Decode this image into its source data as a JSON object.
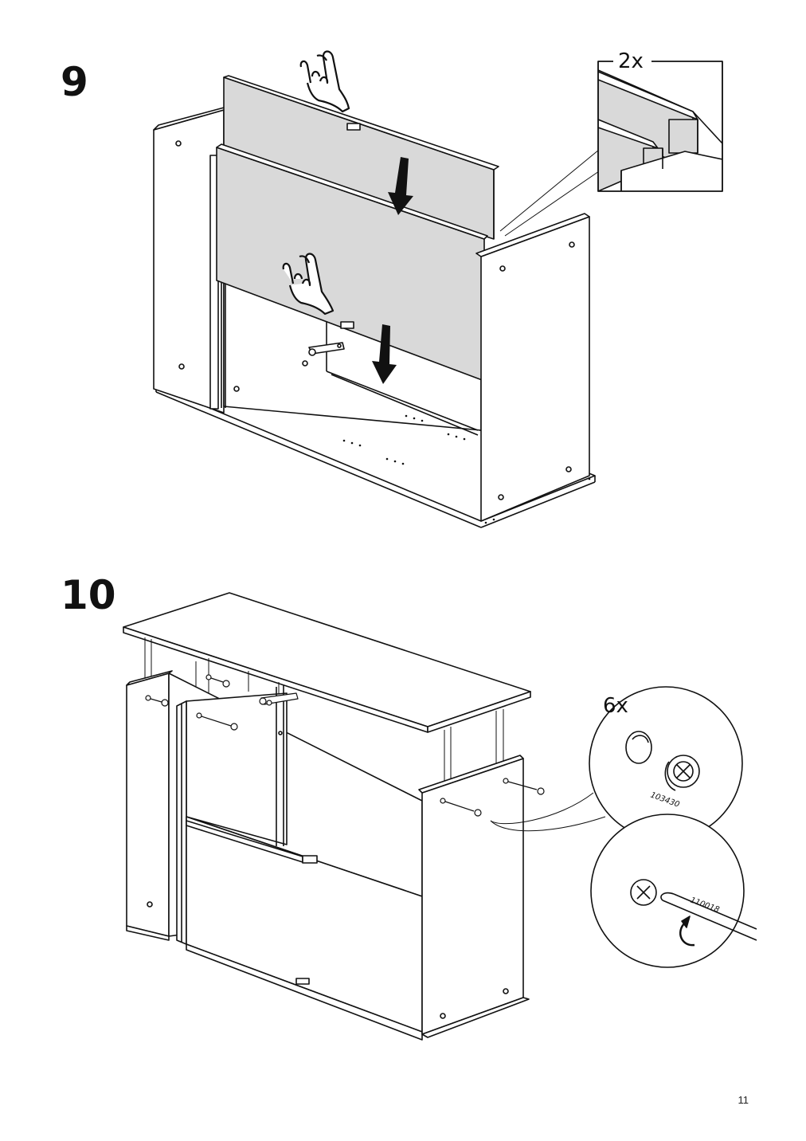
{
  "page": {
    "number": "11"
  },
  "steps": [
    {
      "number": "9",
      "detail_quantity": "2x"
    },
    {
      "number": "10",
      "detail_quantity": "6x",
      "parts": [
        {
          "part_number": "103430",
          "icon": "cam-lock-fitting-icon"
        },
        {
          "part_number": "110018",
          "icon": "screwdriver-icon"
        }
      ]
    }
  ],
  "colors": {
    "line": "#111111",
    "panel_fill": "#d9d9d9",
    "background": "#ffffff"
  }
}
